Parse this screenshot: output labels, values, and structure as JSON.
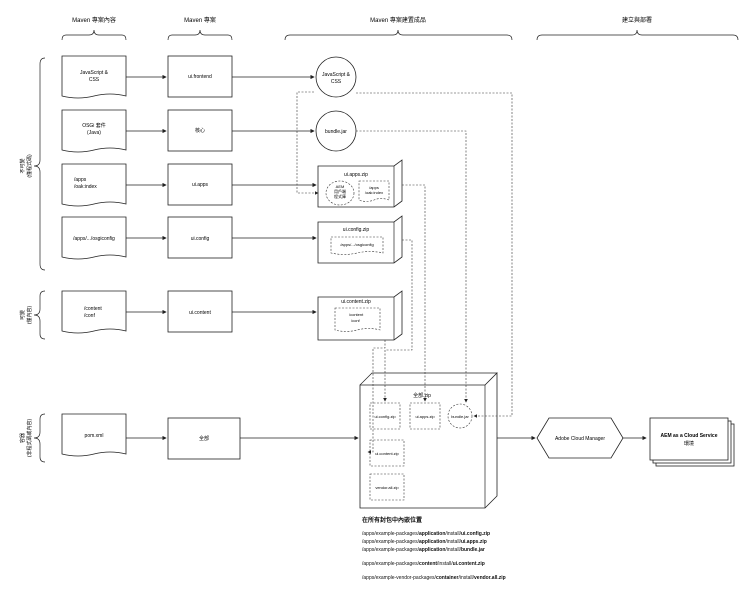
{
  "headers": {
    "maven_content": "Maven 專案內容",
    "maven_project": "Maven 專案",
    "maven_artifacts": "Maven 專案建置成品",
    "deploy": "建立與部署"
  },
  "sections": {
    "immutable": [
      "不可變",
      "(僅程式碼)"
    ],
    "mutable": [
      "可變",
      "(僅內容)"
    ],
    "orchestration": [
      "容器",
      "(非程式碼或內容)"
    ]
  },
  "sources": {
    "js_css": [
      "JavaScript &",
      "CSS"
    ],
    "osgi": [
      "OSGi 套件",
      "(Java)"
    ],
    "apps": [
      "/apps",
      "/oak:index"
    ],
    "osgiconfig": "/apps/.../osgiconfig",
    "content": [
      "/content",
      "/conf"
    ],
    "pom": "pom.xml"
  },
  "modules": {
    "frontend": "ui.frontend",
    "core": "核心",
    "apps": "ui.apps",
    "config": "ui.config",
    "content": "ui.content",
    "all": "全部"
  },
  "artifacts": {
    "js_css": [
      "JavaScript &",
      "CSS"
    ],
    "bundle": "bundle.jar",
    "apps_zip": "ui.apps.zip",
    "apps_inner_aem": [
      "AEM",
      "用戶端",
      "程式庫"
    ],
    "apps_inner_apps": [
      "/apps",
      "/oak:index"
    ],
    "config_zip": "ui.config.zip",
    "config_inner": "/apps/.../osgiconfig",
    "content_zip": "ui.content.zip",
    "content_inner": [
      "/content",
      "/conf"
    ]
  },
  "all_package": {
    "title": "全部.zip",
    "config": "ui.config.zip",
    "apps": "ui.apps.zip",
    "bundle": "bundle.jar",
    "content": "ui.content.zip",
    "vendor": "vendor.all.zip"
  },
  "deploy": {
    "cloud_manager": "Adobe Cloud Manager",
    "target_line1": "AEM as a Cloud Service",
    "target_line2": "環境"
  },
  "embed_locations": {
    "title": "在所有封包中內嵌位置",
    "paths": [
      {
        "pre": "/apps/example-packages/",
        "b1": "application",
        "mid": "/install/",
        "b2": "ui.config.zip"
      },
      {
        "pre": "/apps/example-packages/",
        "b1": "application",
        "mid": "/install/",
        "b2": "ui.apps.zip"
      },
      {
        "pre": "/apps/example-packages/",
        "b1": "application",
        "mid": "/install/",
        "b2": "bundle.jar"
      },
      {
        "pre": "/apps/example-packages/",
        "b1": "content",
        "mid": "/install/",
        "b2": "ui.content.zip"
      },
      {
        "pre": "/apps/example-vendor-packages/",
        "b1": "container",
        "mid": "/install/",
        "b2": "vendor.all.zip"
      }
    ]
  }
}
